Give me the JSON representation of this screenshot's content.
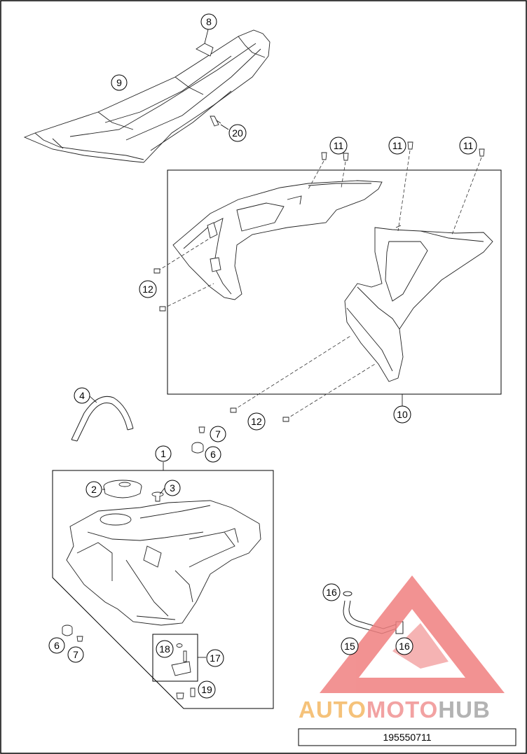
{
  "diagram": {
    "callouts": {
      "c1": "1",
      "c2": "2",
      "c3": "3",
      "c4": "4",
      "c6a": "6",
      "c6b": "6",
      "c7a": "7",
      "c7b": "7",
      "c8": "8",
      "c9": "9",
      "c10": "10",
      "c11a": "11",
      "c11b": "11",
      "c11c": "11",
      "c12a": "12",
      "c12b": "12",
      "c15": "15",
      "c16a": "16",
      "c16b": "16",
      "c17": "17",
      "c18": "18",
      "c19": "19",
      "c20": "20"
    },
    "part_number": "195550711"
  },
  "watermark": {
    "brand_auto": "AUTO",
    "brand_moto": "MOTO",
    "brand_hub": "HUB",
    "colors": {
      "auto": "#f5c27a",
      "moto": "#f2a2a2",
      "hub": "#b3b3b3",
      "logo": "#f08080"
    }
  }
}
